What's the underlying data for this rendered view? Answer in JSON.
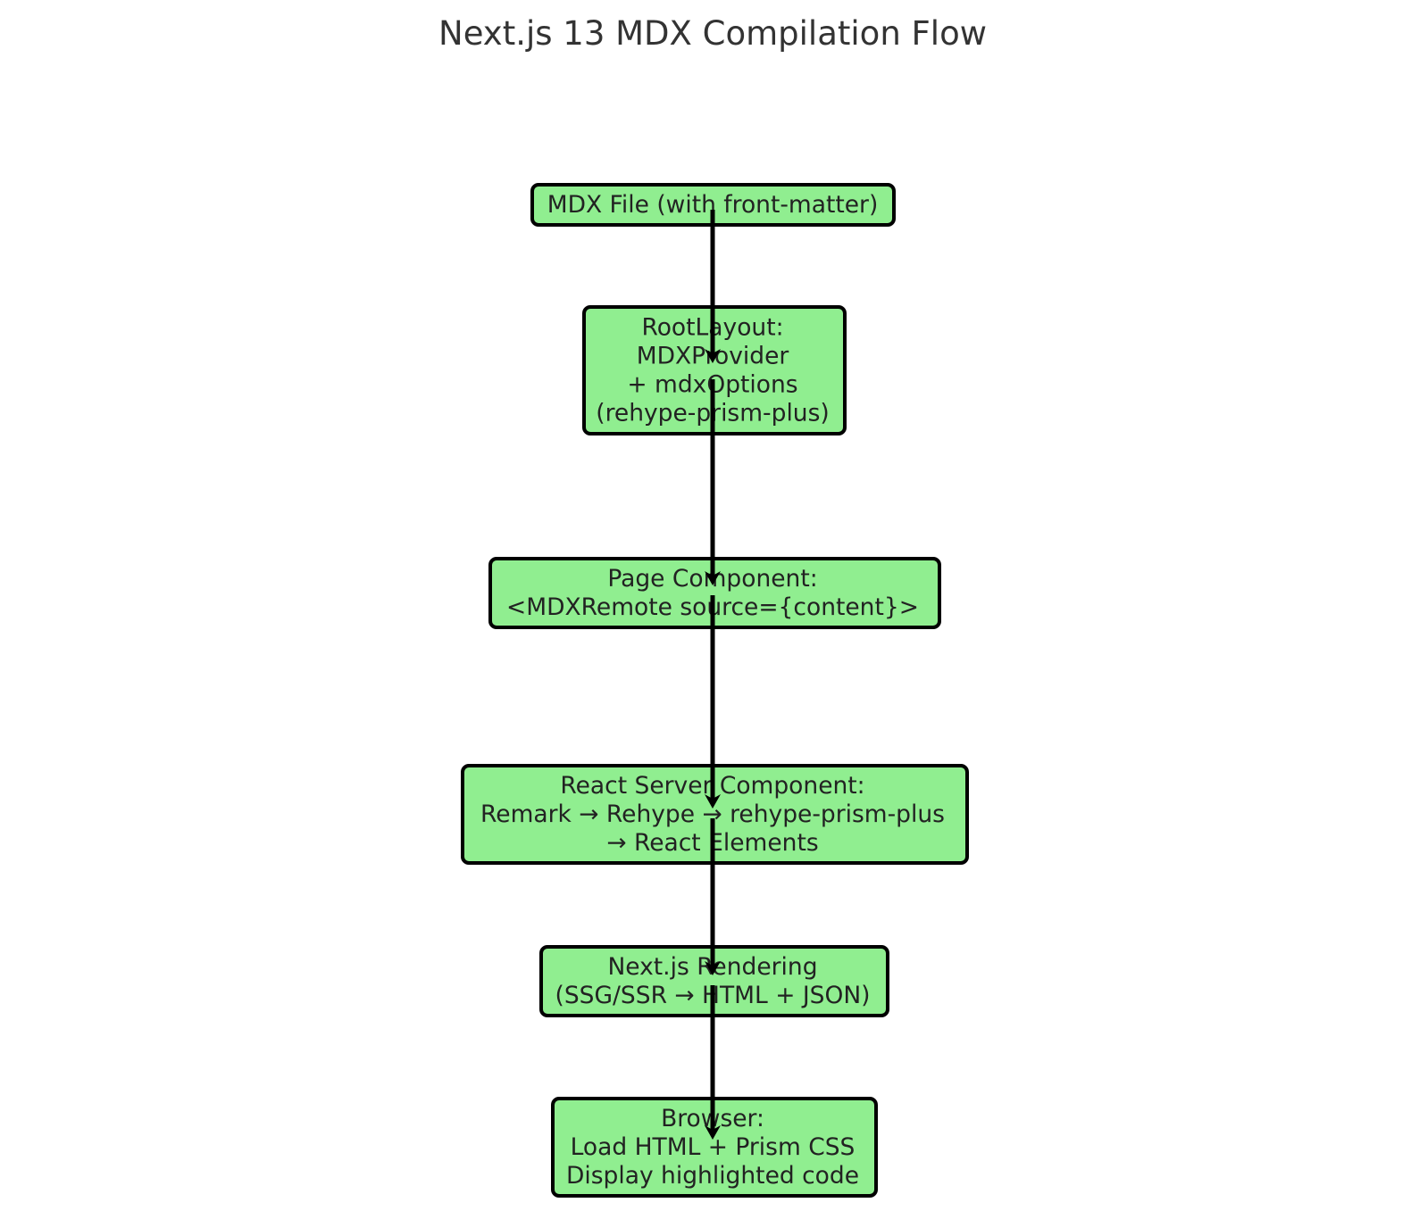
{
  "title": "Next.js 13 MDX Compilation Flow",
  "colors": {
    "node_fill": "#90EE90",
    "node_stroke": "#000000",
    "edge": "#000000",
    "title_text": "#333333",
    "node_text": "#222222"
  },
  "nodes": [
    {
      "id": "mdx-file",
      "lines": [
        "MDX File (with front-matter)"
      ]
    },
    {
      "id": "root-layout",
      "lines": [
        "RootLayout:",
        "MDXProvider",
        "+ mdxOptions",
        "(rehype-prism-plus)"
      ]
    },
    {
      "id": "page-component",
      "lines": [
        "Page Component:",
        "<MDXRemote source={content}>"
      ]
    },
    {
      "id": "react-server-component",
      "lines": [
        "React Server Component:",
        "Remark → Rehype → rehype-prism-plus",
        "→ React Elements"
      ]
    },
    {
      "id": "nextjs-rendering",
      "lines": [
        "Next.js Rendering",
        "(SSG/SSR → HTML + JSON)"
      ]
    },
    {
      "id": "browser",
      "lines": [
        "Browser:",
        "Load HTML + Prism CSS",
        "Display highlighted code"
      ]
    }
  ],
  "edges": [
    {
      "from": "mdx-file",
      "to": "root-layout"
    },
    {
      "from": "root-layout",
      "to": "page-component"
    },
    {
      "from": "page-component",
      "to": "react-server-component"
    },
    {
      "from": "react-server-component",
      "to": "nextjs-rendering"
    },
    {
      "from": "nextjs-rendering",
      "to": "browser"
    }
  ]
}
